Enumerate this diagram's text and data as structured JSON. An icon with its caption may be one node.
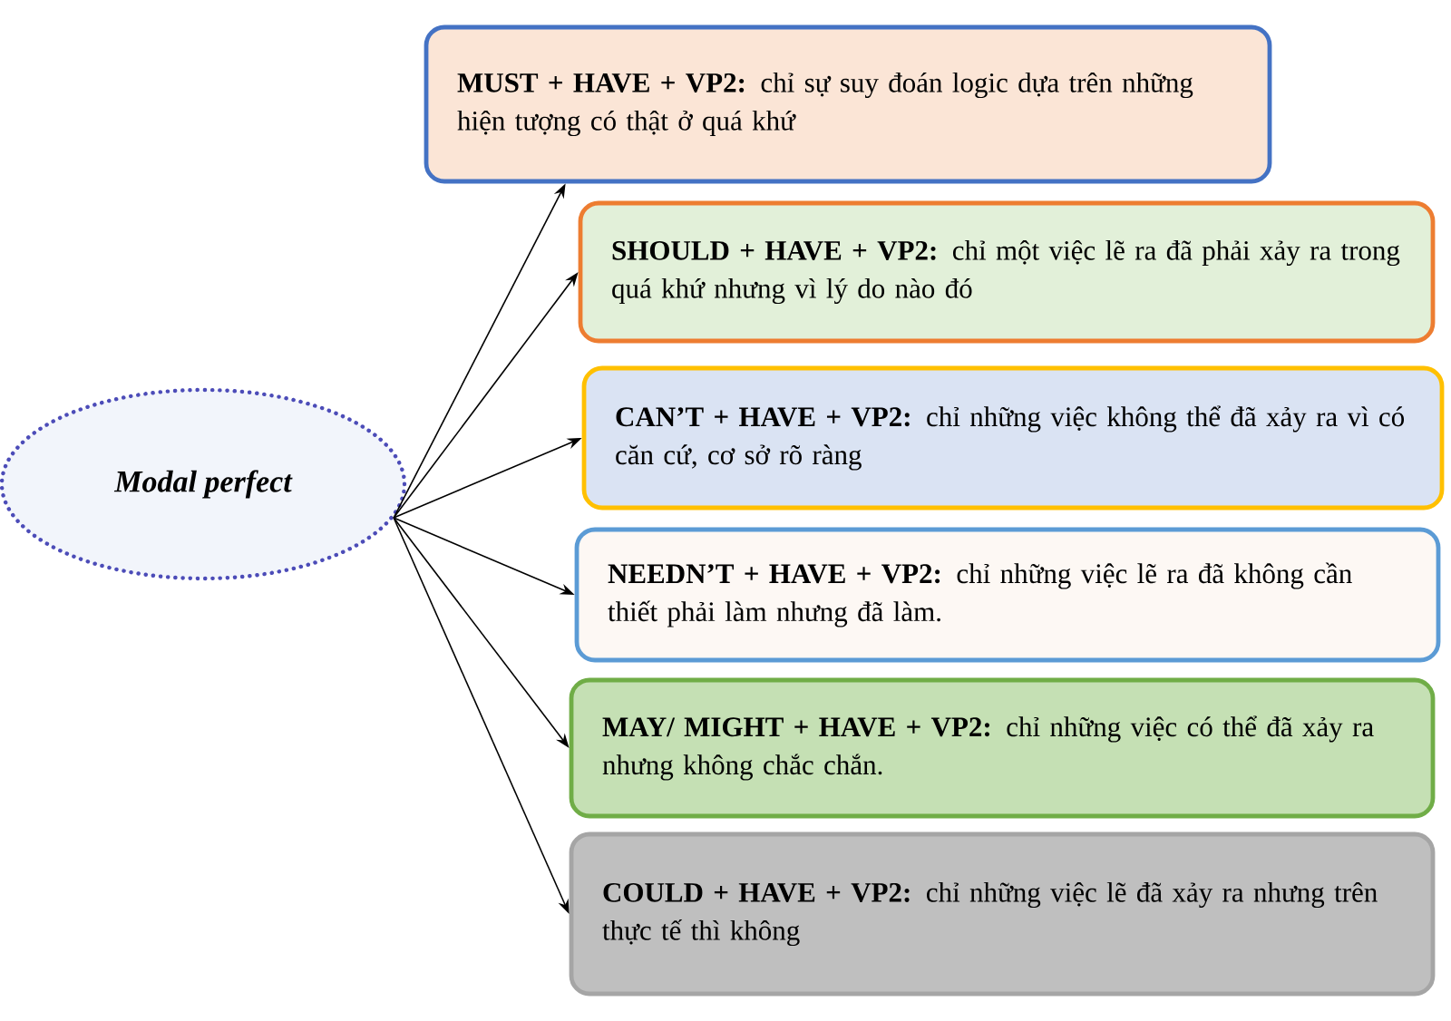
{
  "diagram": {
    "nodes": [
      {
        "text": [
          "Modal perfect"
        ]
      },
      {
        "text": [
          "**MUST + HAVE + VP2:** chỉ sự suy đoán logic dựa trên những hiện tượng có thật ở quá khứ"
        ]
      },
      {
        "text": [
          "**SHOULD + HAVE + VP2:** chỉ một việc lẽ ra đã phải xảy ra trong quá khứ nhưng vì lý do nào đó"
        ]
      },
      {
        "text": [
          "**CAN’T + HAVE + VP2:** chỉ những việc không thể đã xảy ra vì có căn cứ, cơ sở rõ ràng"
        ]
      },
      {
        "text": [
          "**NEEDN’T + HAVE + VP2:** chỉ những việc lẽ ra đã không cần thiết phải làm nhưng đã làm."
        ]
      },
      {
        "text": [
          "**MAY/ MIGHT + HAVE + VP2:** chỉ những việc có thể đã xảy ra nhưng không chắc chắn."
        ]
      },
      {
        "text": [
          "**COULD + HAVE + VP2:** chỉ những việc lẽ đã xảy ra nhưng trên thực tế thì không"
        ]
      }
    ],
    "edges": [
      {
        "from": 0,
        "to": 1,
        "arrow": "to"
      },
      {
        "from": 0,
        "to": 2,
        "arrow": "to"
      },
      {
        "from": 0,
        "to": 3,
        "arrow": "to"
      },
      {
        "from": 0,
        "to": 4,
        "arrow": "to"
      },
      {
        "from": 0,
        "to": 5,
        "arrow": "to"
      },
      {
        "from": 0,
        "to": 6,
        "arrow": "to"
      }
    ]
  }
}
